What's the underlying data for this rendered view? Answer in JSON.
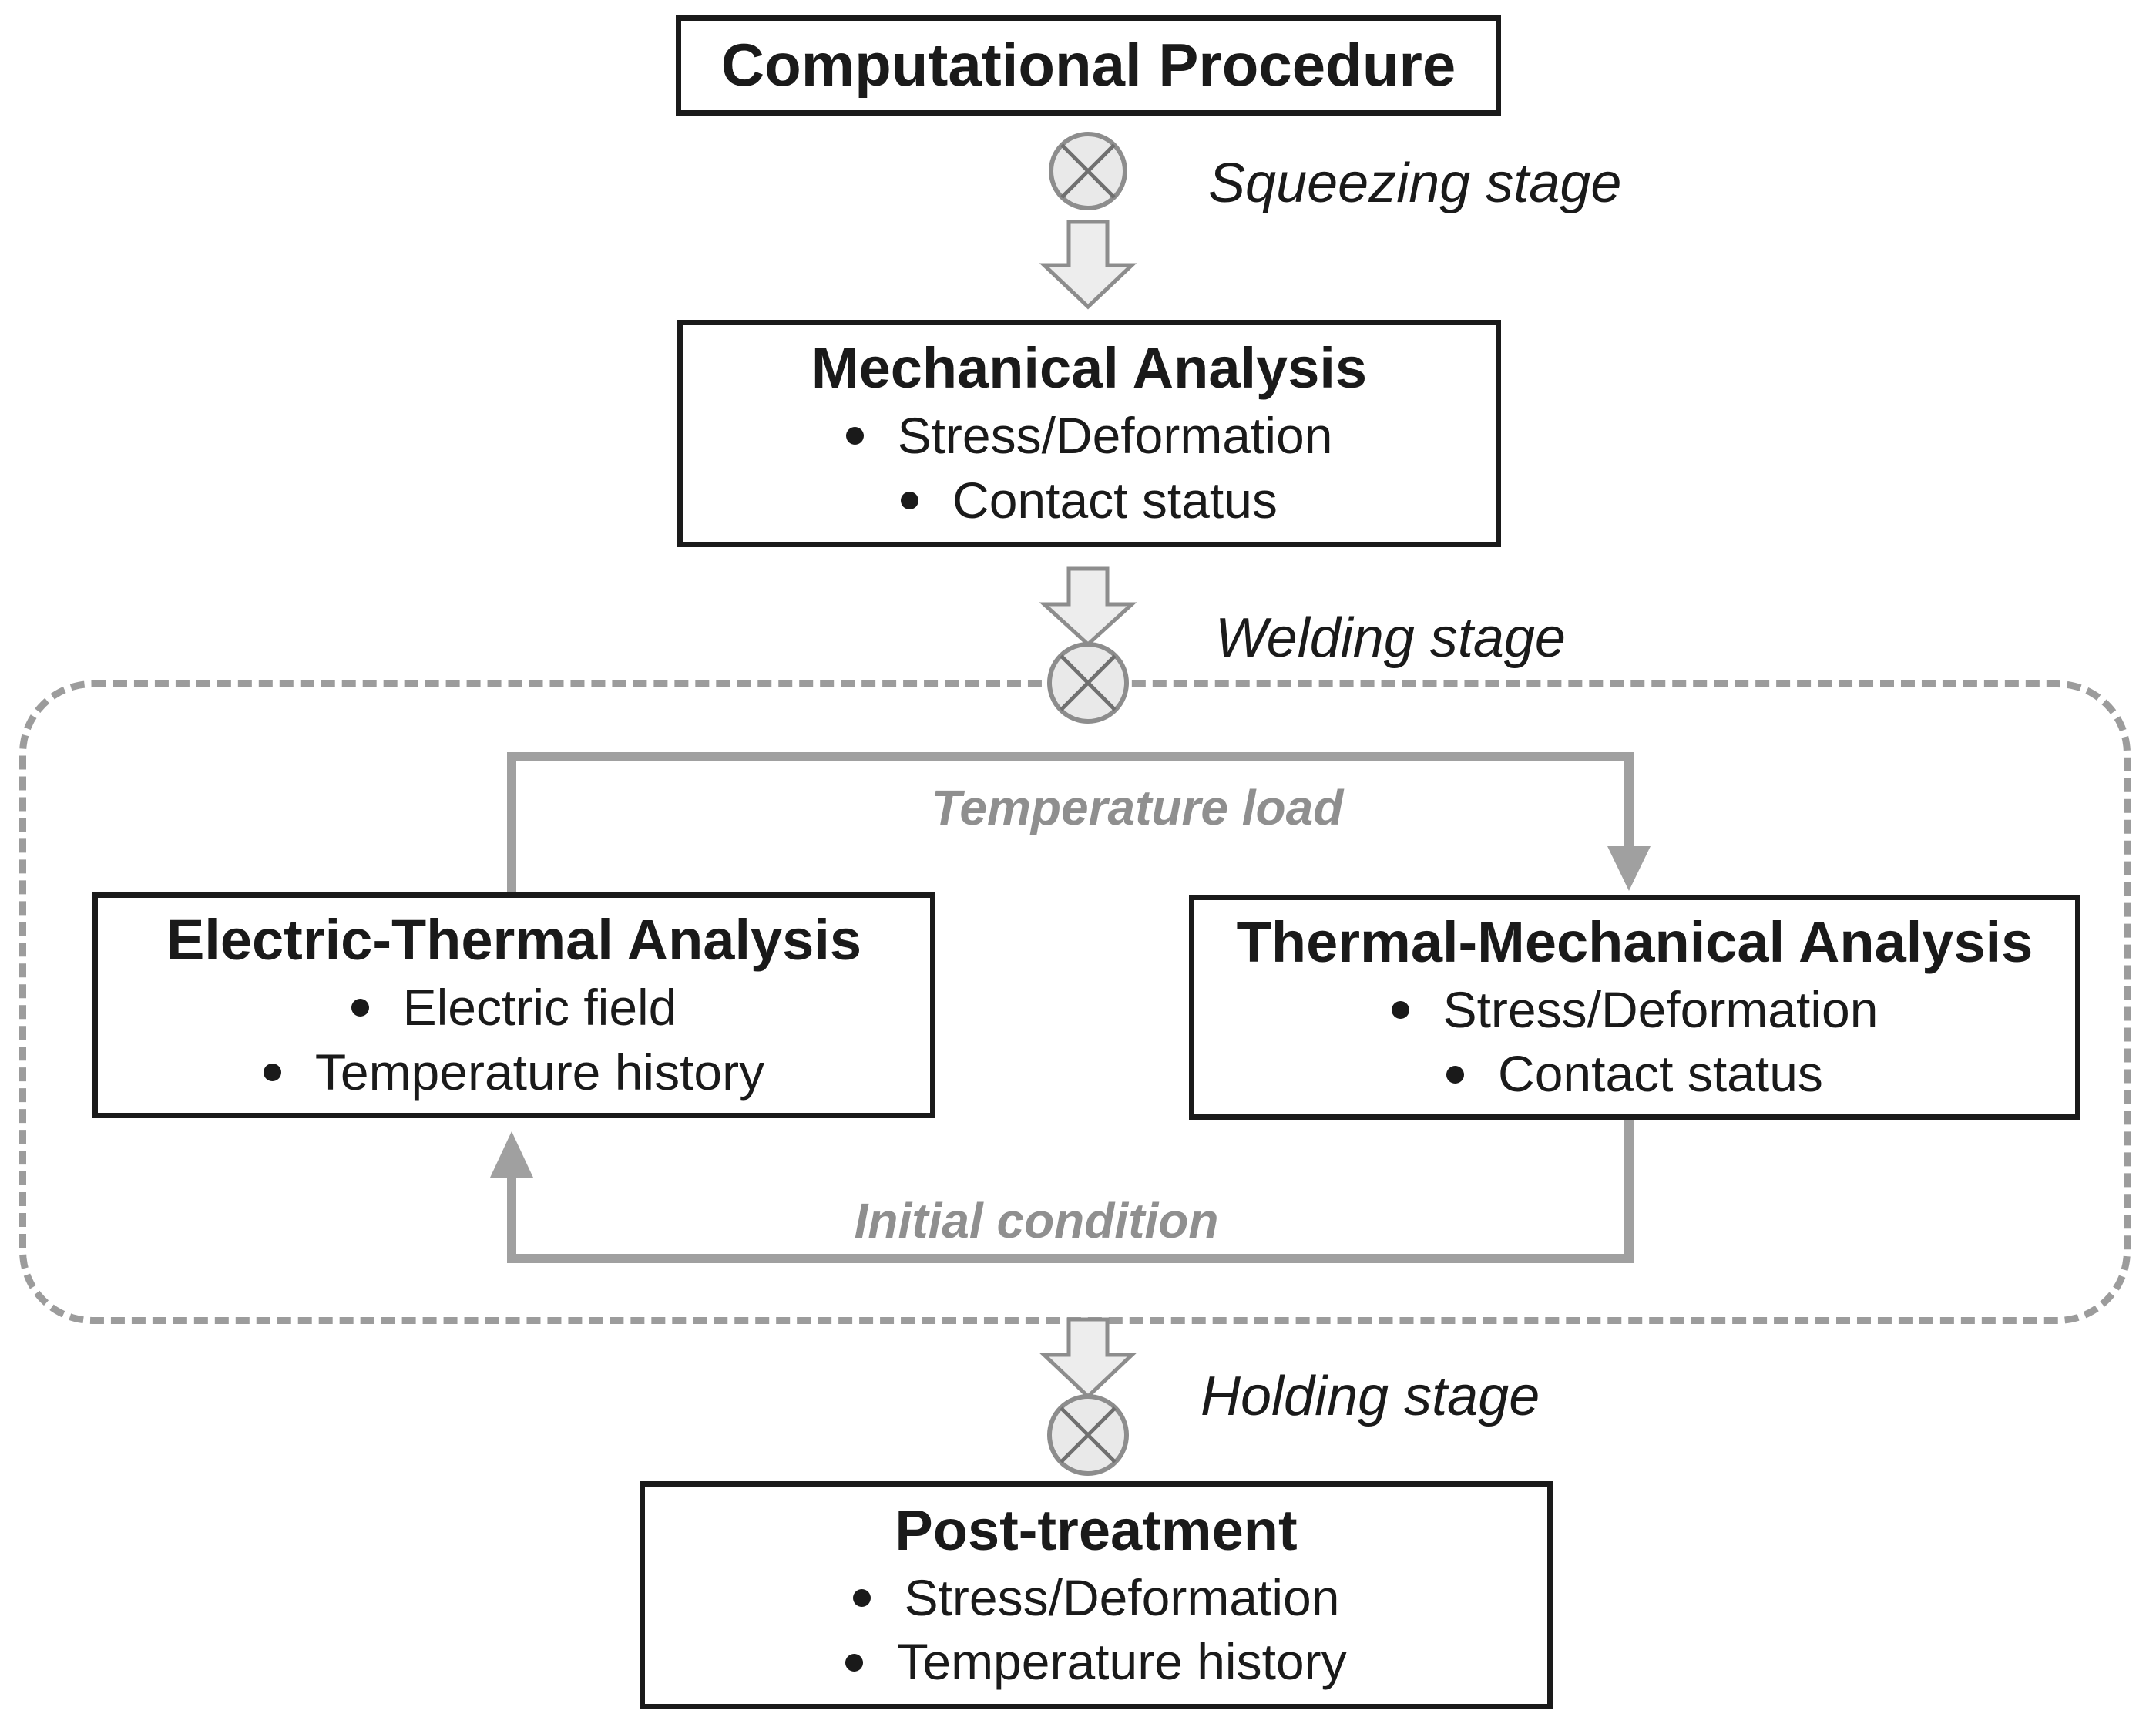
{
  "diagram": {
    "title": "Computational Procedure",
    "stages": {
      "squeezing": "Squeezing stage",
      "welding": "Welding stage",
      "holding": "Holding stage"
    },
    "boxes": {
      "mechanical": {
        "title": "Mechanical Analysis",
        "bullets": [
          "Stress/Deformation",
          "Contact status"
        ]
      },
      "electric_thermal": {
        "title": "Electric-Thermal Analysis",
        "bullets": [
          "Electric field",
          "Temperature history"
        ]
      },
      "thermal_mechanical": {
        "title": "Thermal-Mechanical Analysis",
        "bullets": [
          "Stress/Deformation",
          "Contact status"
        ]
      },
      "post_treatment": {
        "title": "Post-treatment",
        "bullets": [
          "Stress/Deformation",
          "Temperature history"
        ]
      }
    },
    "loop_labels": {
      "temperature_load": "Temperature load",
      "initial_condition": "Initial condition"
    },
    "icons": {
      "stage_junction": "crossed-circle",
      "flow": "block-down-arrow"
    },
    "colors": {
      "box_border": "#1a1a1a",
      "text": "#1a1a1a",
      "loop_gray": "#a0a0a0",
      "label_gray": "#8f8f8f",
      "dash_gray": "#9c9c9c",
      "shape_fill": "#e9e9e9",
      "shape_stroke": "#8d8d8d"
    }
  }
}
